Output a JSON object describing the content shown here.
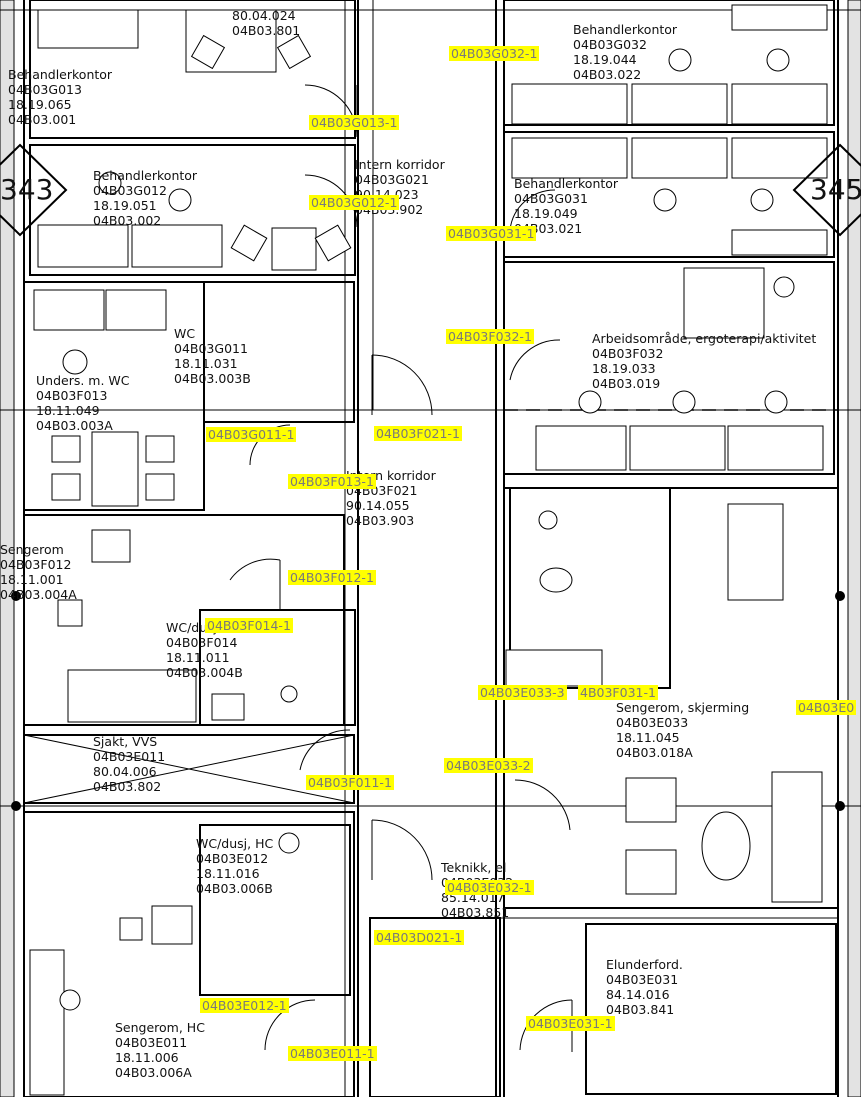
{
  "rooms": [
    {
      "id": "r_top",
      "lines": [
        "80.04.024",
        "04B03.801"
      ]
    },
    {
      "id": "r_g013",
      "lines": [
        "Behandlerkontor",
        "04B03G013",
        "18.19.065",
        "04B03.001"
      ]
    },
    {
      "id": "r_g012",
      "lines": [
        "Behandlerkontor",
        "04B03G012",
        "18.19.051",
        "04B03.002"
      ]
    },
    {
      "id": "r_g021",
      "lines": [
        "Intern korridor",
        "04B03G021",
        "90.14.023",
        "04B03.902"
      ]
    },
    {
      "id": "r_g032",
      "lines": [
        "Behandlerkontor",
        "04B03G032",
        "18.19.044",
        "04B03.022"
      ]
    },
    {
      "id": "r_g031",
      "lines": [
        "Behandlerkontor",
        "04B03G031",
        "18.19.049",
        "04B03.021"
      ]
    },
    {
      "id": "r_g011",
      "lines": [
        "WC",
        "04B03G011",
        "18.11.031",
        "04B03.003B"
      ]
    },
    {
      "id": "r_f013",
      "lines": [
        "Unders. m. WC",
        "04B03F013",
        "18.11.049",
        "04B03.003A"
      ]
    },
    {
      "id": "r_f032",
      "lines": [
        "Arbeidsområde, ergoterapi/aktivitet",
        "04B03F032",
        "18.19.033",
        "04B03.019"
      ]
    },
    {
      "id": "r_f021",
      "lines": [
        "Intern korridor",
        "04B03F021",
        "90.14.055",
        "04B03.903"
      ]
    },
    {
      "id": "r_f012",
      "lines": [
        "Sengerom",
        "04B03F012",
        "18.11.001",
        "04B03.004A"
      ]
    },
    {
      "id": "r_f014",
      "lines": [
        "WC/dusj",
        "04B03F014",
        "18.11.011",
        "04B03.004B"
      ]
    },
    {
      "id": "r_e033",
      "lines": [
        "Sengerom, skjerming",
        "04B03E033",
        "18.11.045",
        "04B03.018A"
      ]
    },
    {
      "id": "r_e011a",
      "lines": [
        "Sjakt, VVS",
        "04B03E011",
        "80.04.006",
        "04B03.802"
      ]
    },
    {
      "id": "r_e012",
      "lines": [
        "WC/dusj, HC",
        "04B03E012",
        "18.11.016",
        "04B03.006B"
      ]
    },
    {
      "id": "r_e032",
      "lines": [
        "Teknikk, el",
        "04B03E032",
        "85.14.017",
        "04B03.851"
      ]
    },
    {
      "id": "r_e031",
      "lines": [
        "Elunderford.",
        "04B03E031",
        "84.14.016",
        "04B03.841"
      ]
    },
    {
      "id": "r_e011",
      "lines": [
        "Sengerom, HC",
        "04B03E011",
        "18.11.006",
        "04B03.006A"
      ]
    }
  ],
  "door_tags": [
    "04B03G032-1",
    "04B03G013-1",
    "04B03G012-1",
    "04B03G031-1",
    "04B03F032-1",
    "04B03G011-1",
    "04B03F021-1",
    "04B03F013-1",
    "04B03F012-1",
    "04B03F014-1",
    "04B03E033-3",
    "4B03F031-1",
    "04B03E0",
    "04B03F011-1",
    "04B03E033-2",
    "04B03E032-1",
    "04B03D021-1",
    "04B03E012-1",
    "04B03E031-1",
    "04B03E011-1"
  ],
  "axis_markers": [
    "343",
    "345"
  ],
  "colors": {
    "tag_fill": "#ffff00",
    "tag_text": "#7a7a7a",
    "wall": "#000000",
    "shade": "#e3e3e3"
  }
}
